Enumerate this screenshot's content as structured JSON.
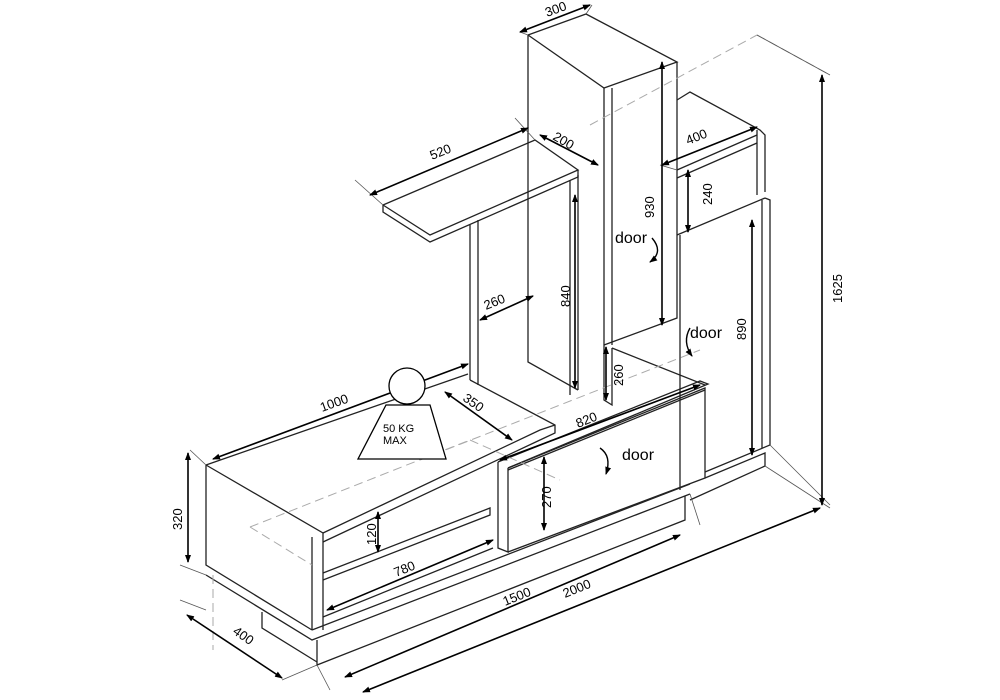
{
  "diagram": {
    "dimensions": {
      "top_depth": "300",
      "shelf_width": "520",
      "shelf_depth": "200",
      "upper_box_width": "400",
      "upper_box_height": "240",
      "column_height": "930",
      "total_height": "1625",
      "middle_height": "840",
      "middle_depth": "260",
      "right_cabinet_height": "890",
      "gap_height": "260",
      "top_length": "1000",
      "top_depth_lower": "350",
      "drawer_width": "820",
      "base_height": "320",
      "shelf_gap": "120",
      "drawer_height": "270",
      "inner_length": "780",
      "base_length": "1500",
      "total_length": "2000",
      "base_depth": "400"
    },
    "door_labels": [
      "door",
      "door",
      "door"
    ],
    "weight_limit": {
      "line1": "50 KG",
      "line2": "MAX"
    }
  }
}
